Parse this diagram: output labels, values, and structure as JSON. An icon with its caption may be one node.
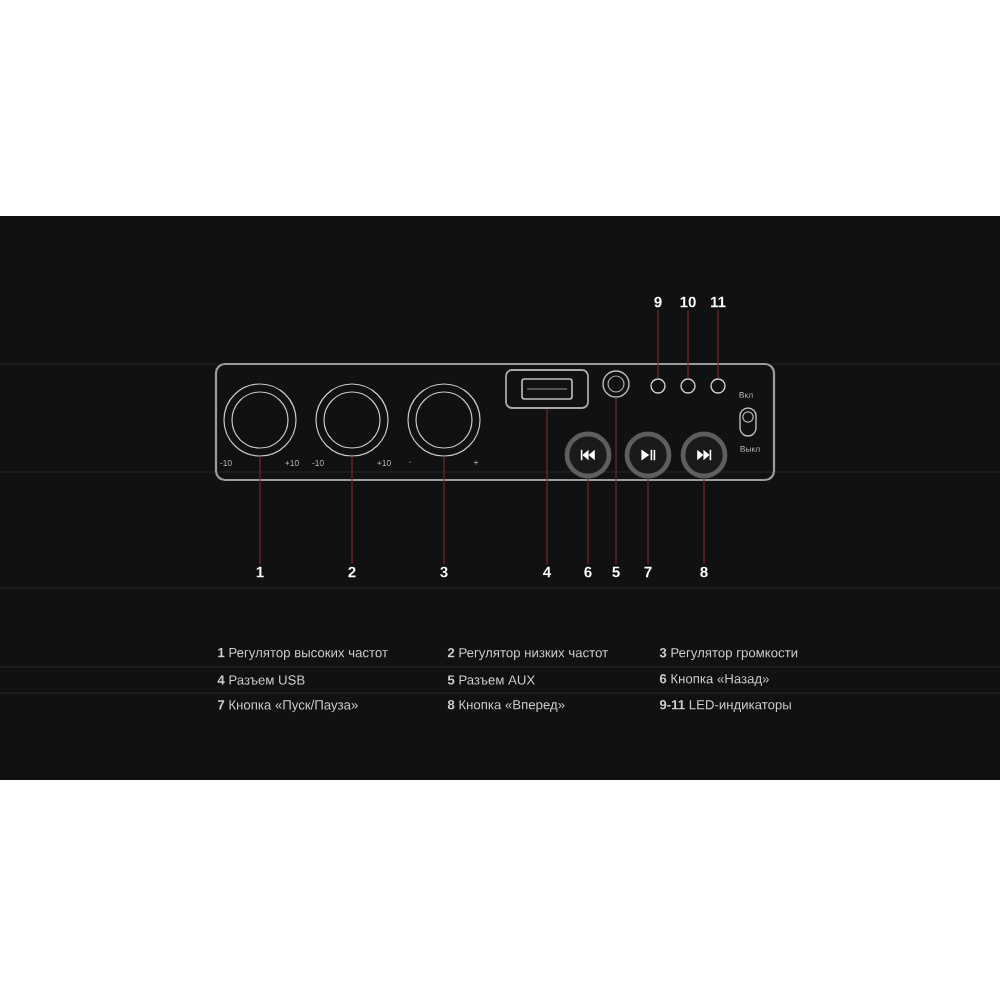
{
  "diagram": {
    "nodes": [
      {
        "text": [],
        "shape": "box"
      },
      {
        "text": [],
        "shape": "circle",
        "in": 0,
        "beside": [
          "-10",
          "+10"
        ]
      },
      {
        "text": [],
        "shape": "circle",
        "in": 0,
        "beside": [
          "-10",
          "+10"
        ]
      },
      {
        "text": [],
        "shape": "circle",
        "in": 0,
        "beside": [
          "-",
          "+"
        ]
      },
      {
        "text": [],
        "shape": "box",
        "in": 0
      },
      {
        "text": [],
        "shape": "circle",
        "in": 0
      },
      {
        "text": [],
        "shape": "circle",
        "in": 0
      },
      {
        "text": [],
        "shape": "circle",
        "in": 0
      },
      {
        "text": [],
        "shape": "circle",
        "in": 0
      },
      {
        "text": [],
        "shape": "box",
        "in": 0,
        "beside": [
          "Вкл",
          "Выкл"
        ]
      },
      {
        "text": [],
        "shape": "circle",
        "in": 0
      },
      {
        "text": [],
        "shape": "circle",
        "in": 0
      },
      {
        "text": [],
        "shape": "circle",
        "in": 0
      },
      {
        "text": [
          "9"
        ]
      },
      {
        "text": [
          "10"
        ]
      },
      {
        "text": [
          "11"
        ]
      },
      {
        "text": [
          "1"
        ]
      },
      {
        "text": [
          "2"
        ]
      },
      {
        "text": [
          "3"
        ]
      },
      {
        "text": [
          "4"
        ]
      },
      {
        "text": [
          "6"
        ]
      },
      {
        "text": [
          "5"
        ]
      },
      {
        "text": [
          "7"
        ]
      },
      {
        "text": [
          "8"
        ]
      }
    ],
    "edges": [
      {
        "from": 13,
        "to": 6,
        "arrow": "none"
      },
      {
        "from": 14,
        "to": 7,
        "arrow": "none"
      },
      {
        "from": 15,
        "to": 8,
        "arrow": "none"
      },
      {
        "from": 16,
        "to": 1,
        "arrow": "none"
      },
      {
        "from": 17,
        "to": 2,
        "arrow": "none"
      },
      {
        "from": 18,
        "to": 3,
        "arrow": "none"
      },
      {
        "from": 19,
        "to": 4,
        "arrow": "none"
      },
      {
        "from": 20,
        "to": 10,
        "arrow": "none"
      },
      {
        "from": 21,
        "to": 5,
        "arrow": "none"
      },
      {
        "from": 22,
        "to": 11,
        "arrow": "none"
      },
      {
        "from": 23,
        "to": 12,
        "arrow": "none"
      }
    ],
    "labels": [
      "**1** Регулятор высоких частот",
      "**2** Регулятор низких частот",
      "**3** Регулятор громкости",
      "**4** Разъем USB",
      "**5** Разъем AUX",
      "**6** Кнопка «Назад»",
      "**7** Кнопка «Пуск/Пауза»",
      "**8** Кнопка «Вперед»",
      "**9-11** LED-индикаторы"
    ]
  }
}
